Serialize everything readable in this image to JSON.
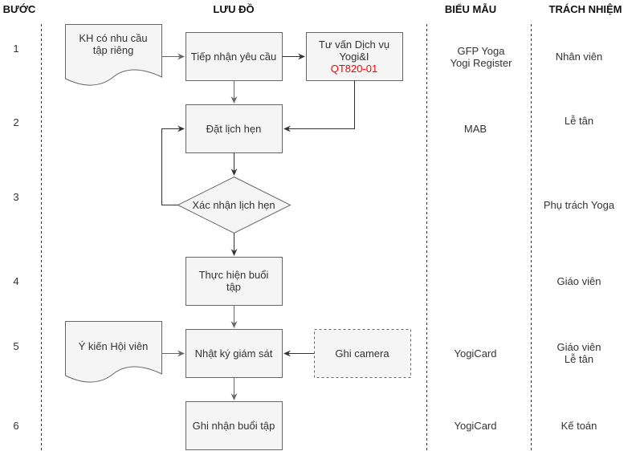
{
  "headers": {
    "step": "BƯỚC",
    "flow": "LƯU ĐỒ",
    "form": "BIỂU MẪU",
    "responsibility": "TRÁCH NHIỆM"
  },
  "steps": [
    "1",
    "2",
    "3",
    "4",
    "5",
    "6"
  ],
  "nodes": {
    "kh_request": {
      "type": "document",
      "text_line1": "KH có nhu cầu",
      "text_line2": "tập riêng"
    },
    "receive": {
      "type": "process",
      "text": "Tiếp nhận yêu cầu"
    },
    "consult": {
      "type": "process",
      "text_line1": "Tư vấn Dịch vụ",
      "text_line2": "Yogi&I",
      "code": "QT820-01",
      "code_color": "#ff0000"
    },
    "schedule": {
      "type": "process",
      "text": "Đặt lịch hẹn"
    },
    "confirm": {
      "type": "decision",
      "text": "Xác nhận lịch hẹn"
    },
    "perform": {
      "type": "process",
      "text_line1": "Thực hiện buổi",
      "text_line2": "tập"
    },
    "feedback": {
      "type": "document",
      "text": "Ý kiến Hội viên"
    },
    "log": {
      "type": "process",
      "text": "Nhật ký giám sát"
    },
    "camera": {
      "type": "process-dashed",
      "text": "Ghi camera"
    },
    "record": {
      "type": "process",
      "text": "Ghi nhận buổi tập"
    }
  },
  "forms": {
    "step1_line1": "GFP Yoga",
    "step1_line2": "Yogi Register",
    "step2": "MAB",
    "step5": "YogiCard",
    "step6": "YogiCard"
  },
  "responsibilities": {
    "step1": "Nhân viên",
    "step2": "Lễ tân",
    "step3": "Phụ trách Yoga",
    "step4": "Giáo viên",
    "step5_line1": "Giáo viên",
    "step5_line2": "Lễ tân",
    "step6": "Kế toán"
  },
  "colors": {
    "node_fill": "#f5f5f5",
    "node_stroke": "#666666",
    "edge": "#333333",
    "accent_red": "#ff0000"
  }
}
